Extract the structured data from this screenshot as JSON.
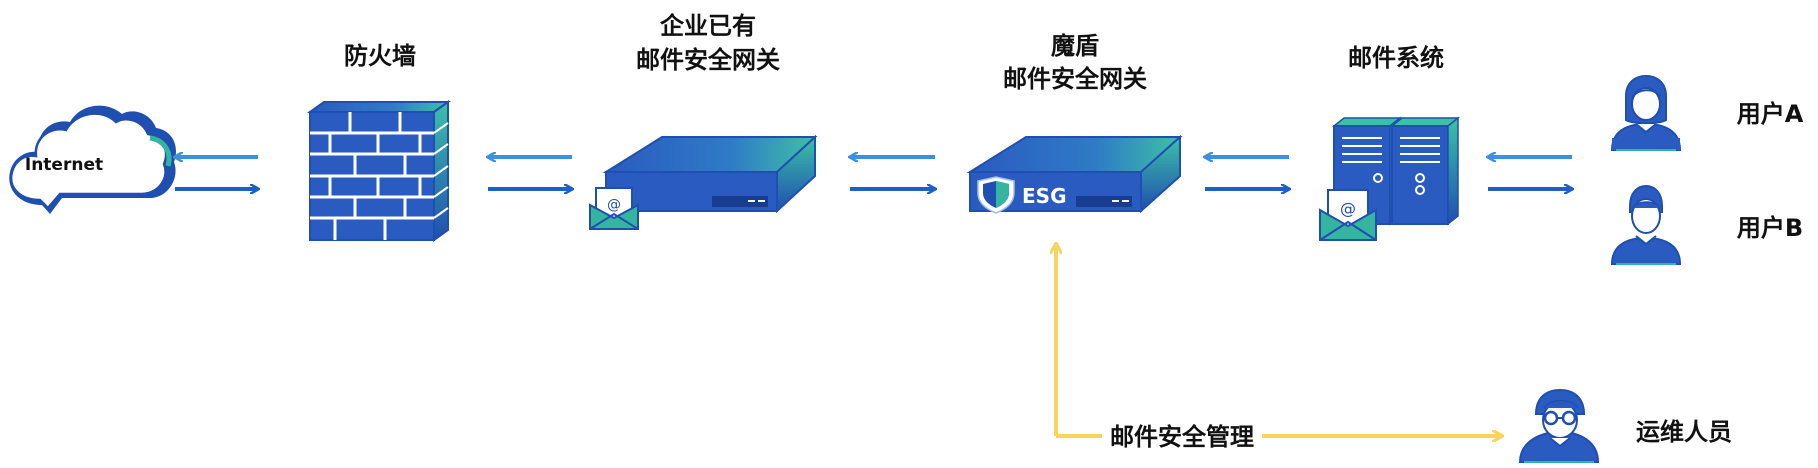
{
  "nodes": {
    "internet": {
      "label": "Internet"
    },
    "firewall": {
      "label": "防火墙"
    },
    "existing_gateway": {
      "label_line1": "企业已有",
      "label_line2": "邮件安全网关"
    },
    "esg": {
      "label_line1": "魔盾",
      "label_line2": "邮件安全网关",
      "device_text": "ESG"
    },
    "mail_system": {
      "label": "邮件系统"
    },
    "user_a": {
      "label": "用户A"
    },
    "user_b": {
      "label": "用户B"
    },
    "ops": {
      "label": "运维人员"
    }
  },
  "links": {
    "management": {
      "label": "邮件安全管理"
    }
  },
  "colors": {
    "primary_blue": "#1f4fb0",
    "arrow_blue_light": "#3d8fe0",
    "arrow_blue_dark": "#1c5fc9",
    "accent_teal": "#33b5a0",
    "management_line": "#f7d45a"
  },
  "icons": [
    "cloud-icon",
    "firewall-icon",
    "gateway-device-icon",
    "envelope-icon",
    "shield-icon",
    "server-icon",
    "user-icon",
    "user-glasses-icon"
  ]
}
